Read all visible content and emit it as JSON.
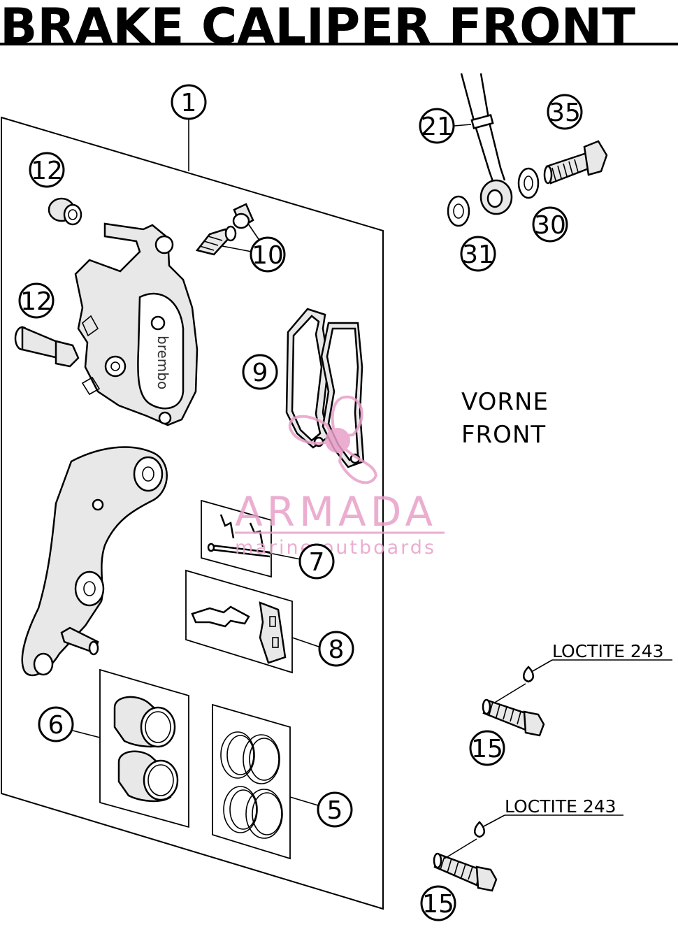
{
  "title": "BRAKE CALIPER FRONT",
  "callouts": {
    "c1": "1",
    "c12a": "12",
    "c12b": "12",
    "c10": "10",
    "c9": "9",
    "c7": "7",
    "c8": "8",
    "c6": "6",
    "c5": "5",
    "c21": "21",
    "c35": "35",
    "c30": "30",
    "c31": "31",
    "c15a": "15",
    "c15b": "15"
  },
  "orientation": {
    "line1": "VORNE",
    "line2": "FRONT"
  },
  "loctite": {
    "upper": "LOCTITE 243",
    "lower": "LOCTITE 243"
  },
  "caliper_brand": "brembo",
  "watermark": {
    "main": "ARMADA",
    "sub": "marine outboards",
    "color": "#e8a0c8"
  }
}
